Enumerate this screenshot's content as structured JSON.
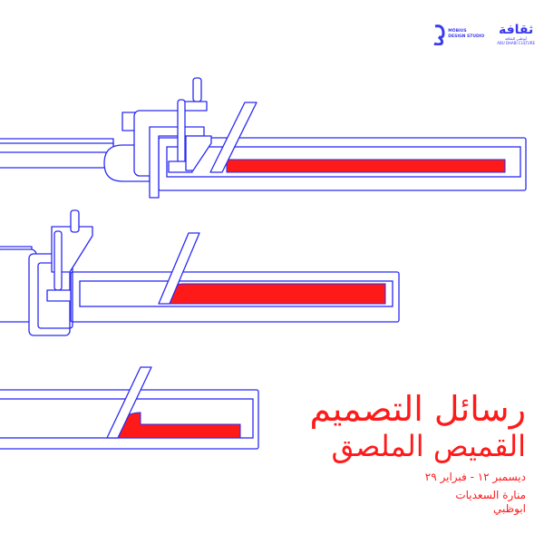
{
  "logos": {
    "studio": {
      "line1": "MÖBIUS",
      "line2": "DESIGN STUDIO"
    },
    "culture": {
      "arabic": "ثقافة",
      "arabic_small": "أبوظبي للثقافة",
      "english": "ABU DHABI CULTURE"
    }
  },
  "title": {
    "line1": "رسائل التصميم",
    "line2": "القميص الملصق"
  },
  "event": {
    "dates": "ديسمبر ١٢ - فبراير ٢٩",
    "venue": "منارة السعديات",
    "city": "ابوظبي"
  },
  "colors": {
    "blue": "#2a2af5",
    "red": "#ff1a1a"
  }
}
